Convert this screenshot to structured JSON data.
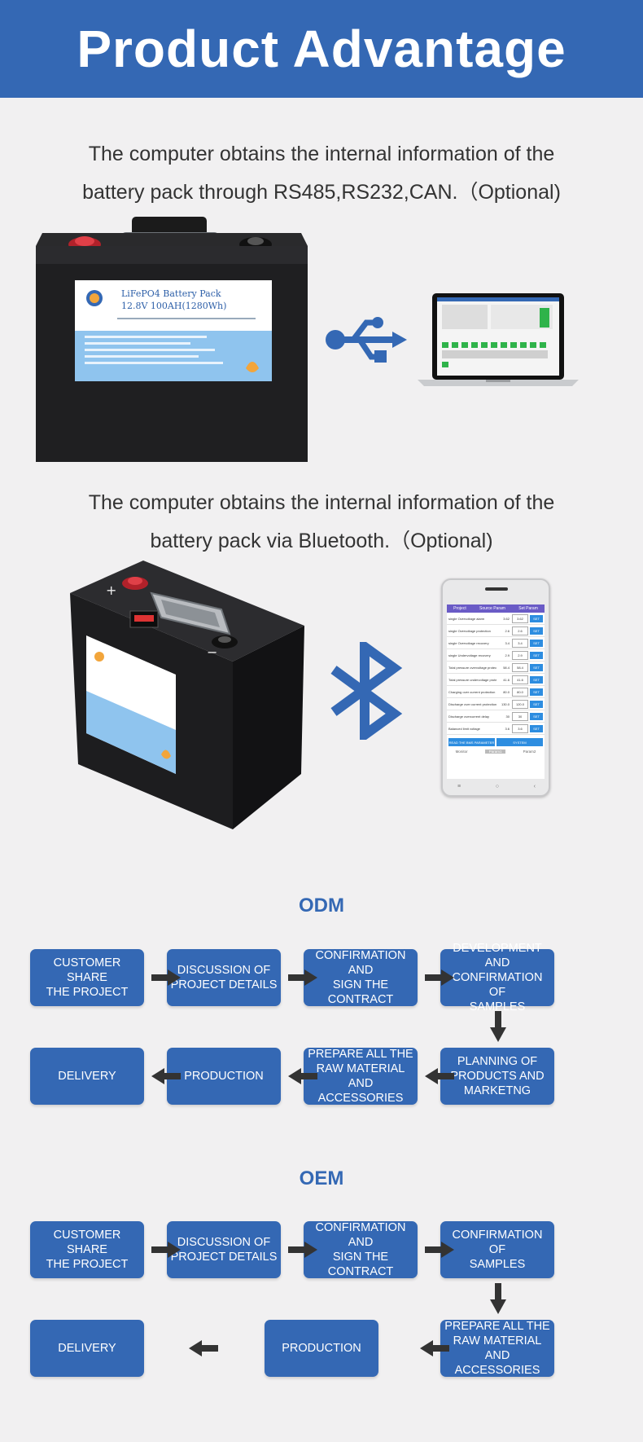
{
  "header": {
    "title": "Product Advantage"
  },
  "section1": {
    "line1": "The computer obtains the internal information of the",
    "line2": "battery pack through RS485,RS232,CAN.（Optional)",
    "label_title": "LiFePO4 Battery Pack",
    "label_spec": "12.8V 100AH(1280Wh)"
  },
  "section2": {
    "line1": "The computer obtains the internal information of the",
    "line2": "battery pack via Bluetooth.（Optional)",
    "phone_tabs": [
      "Project",
      "Source Param",
      "Set Param"
    ],
    "phone_rows": [
      {
        "label": "single Overvoltage alarm",
        "value": "3.62",
        "set": "3.62"
      },
      {
        "label": "single Overvoltage protection",
        "value": "2.6",
        "set": "2.6"
      },
      {
        "label": "single Overvoltage recovery",
        "value": "3.4",
        "set": "3.4"
      },
      {
        "label": "single Undervoltage recovery",
        "value": "2.9",
        "set": "2.9"
      },
      {
        "label": "Total pressure overvoltage protection",
        "value": "58.4",
        "set": "58.4"
      },
      {
        "label": "Total pressure undervoltage protection",
        "value": "41.6",
        "set": "41.6"
      },
      {
        "label": "Charging over current protection",
        "value": "80.0",
        "set": "80.0"
      },
      {
        "label": "Discharge over current protection",
        "value": "130.0",
        "set": "120.0"
      },
      {
        "label": "Discharge overcurrent delay",
        "value": "30",
        "set": "30"
      },
      {
        "label": "Balanced limit voltage",
        "value": "3.6",
        "set": "3.6"
      }
    ],
    "phone_set_label": "SET",
    "phone_btn_read": "READ THE BMS PARAMETER",
    "phone_btn_set": "SYSTEM",
    "phone_nav": [
      "Monitor",
      "Param1",
      "Param2"
    ]
  },
  "odm": {
    "title": "ODM",
    "steps": [
      "CUSTOMER SHARE\nTHE PROJECT",
      "DISCUSSION OF\nPROJECT DETAILS",
      "CONFIRMATION AND\nSIGN THE CONTRACT",
      "DEVELOPMENT AND\nCONFIRMATION OF\nSAMPLES",
      "PLANNING OF\nPRODUCTS AND\nMARKETNG",
      "PREPARE ALL THE\nRAW MATERIAL AND\nACCESSORIES",
      "PRODUCTION",
      "DELIVERY"
    ]
  },
  "oem": {
    "title": "OEM",
    "steps": [
      "CUSTOMER SHARE\nTHE PROJECT",
      "DISCUSSION OF\nPROJECT DETAILS",
      "CONFIRMATION AND\nSIGN THE CONTRACT",
      "CONFIRMATION OF\nSAMPLES",
      "PREPARE ALL THE\nRAW MATERIAL AND\nACCESSORIES",
      "PRODUCTION",
      "DELIVERY"
    ]
  },
  "colors": {
    "brand_blue": "#3468b4",
    "background": "#f1f0f1",
    "arrow": "#333333"
  }
}
